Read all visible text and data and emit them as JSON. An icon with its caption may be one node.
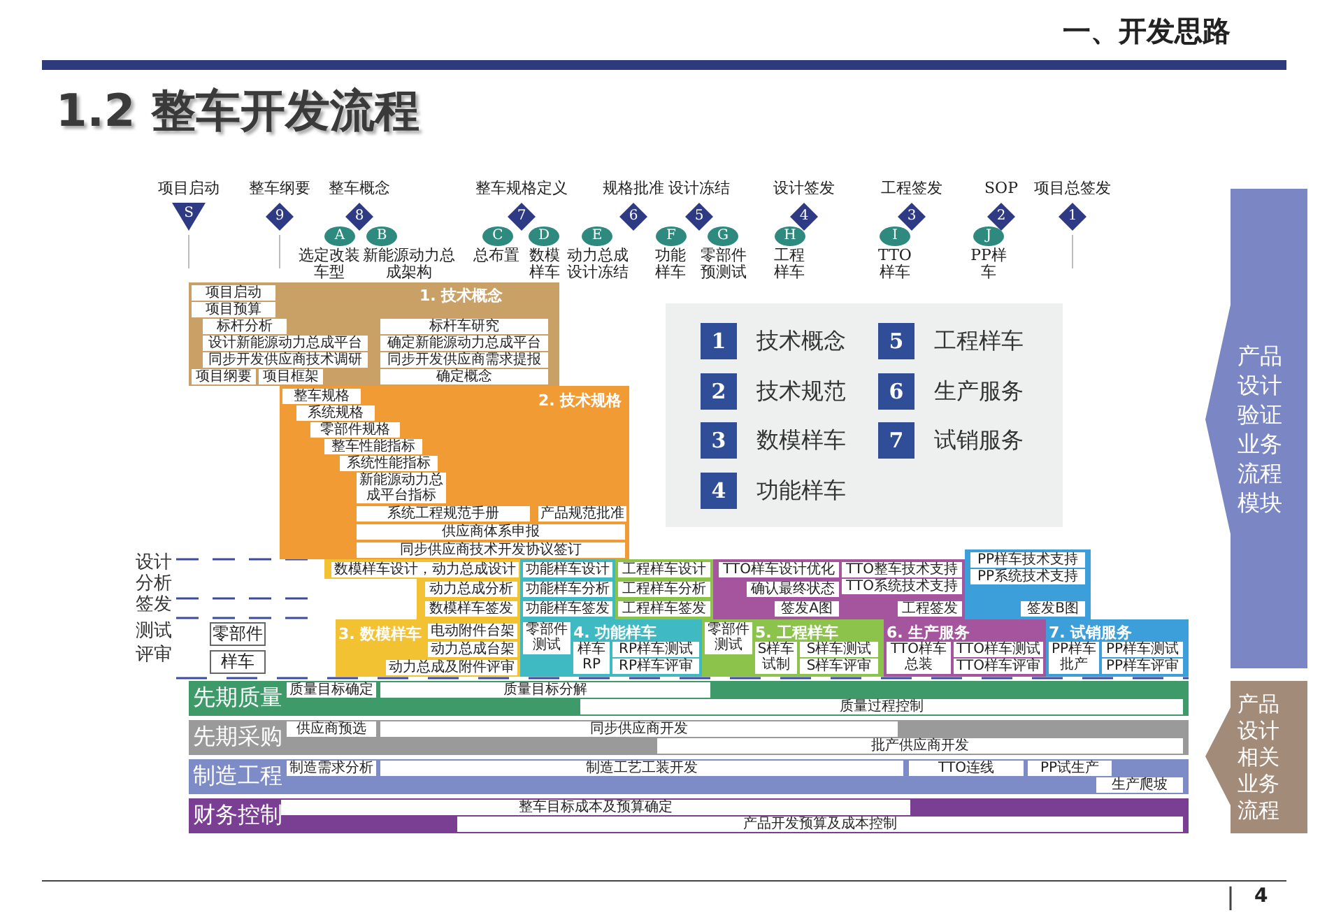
{
  "diagram": {
    "title": "1.2 整车开发流程",
    "nodes": [
      {
        "text": [
          "S"
        ],
        "beside": [
          "项目启动"
        ]
      },
      {
        "text": [
          "9"
        ],
        "beside": [
          "整车纲要"
        ]
      },
      {
        "text": [
          "8"
        ],
        "beside": [
          "整车概念"
        ]
      },
      {
        "text": [
          "A"
        ],
        "beside": [
          "选定改装车型"
        ]
      },
      {
        "text": [
          "B"
        ],
        "beside": [
          "新能源动力总成架构"
        ]
      },
      {
        "text": [
          "7"
        ],
        "beside": [
          "整车规格定义"
        ]
      },
      {
        "text": [
          "C"
        ],
        "beside": [
          "总布置"
        ]
      },
      {
        "text": [
          "D"
        ],
        "beside": [
          "数模样车"
        ]
      },
      {
        "text": [
          "E"
        ],
        "beside": [
          "动力总成设计冻结"
        ]
      },
      {
        "text": [
          "6"
        ],
        "beside": [
          "规格批准"
        ]
      },
      {
        "text": [
          "F"
        ],
        "beside": [
          "功能样车"
        ]
      },
      {
        "text": [
          "5"
        ],
        "beside": [
          "设计冻结"
        ]
      },
      {
        "text": [
          "G"
        ],
        "beside": [
          "零部件预测试"
        ]
      },
      {
        "text": [
          "4"
        ],
        "beside": [
          "设计签发"
        ]
      },
      {
        "text": [
          "H"
        ],
        "beside": [
          "工程样车"
        ]
      },
      {
        "text": [
          "3"
        ],
        "beside": [
          "工程签发"
        ]
      },
      {
        "text": [
          "I"
        ],
        "beside": [
          "TTO样车"
        ]
      },
      {
        "text": [
          "2"
        ],
        "beside": [
          "SOP"
        ]
      },
      {
        "text": [
          "J"
        ],
        "beside": [
          "PP样车"
        ]
      },
      {
        "text": [
          "1"
        ],
        "beside": [
          "项目总签发"
        ]
      },
      {
        "text": [
          "1. 技术概念"
        ]
      },
      {
        "text": [
          "项目启动"
        ],
        "in": 20
      },
      {
        "text": [
          "项目预算"
        ],
        "in": 20
      },
      {
        "text": [
          "标杆分析"
        ],
        "in": 20
      },
      {
        "text": [
          "设计新能源动力总成平台"
        ],
        "in": 20
      },
      {
        "text": [
          "同步开发供应商技术调研"
        ],
        "in": 20
      },
      {
        "text": [
          "项目纲要"
        ],
        "in": 20
      },
      {
        "text": [
          "项目框架"
        ],
        "in": 20
      },
      {
        "text": [
          "标杆车研究"
        ],
        "in": 20
      },
      {
        "text": [
          "确定新能源动力总成平台"
        ],
        "in": 20
      },
      {
        "text": [
          "同步开发供应商需求提报"
        ],
        "in": 20
      },
      {
        "text": [
          "确定概念"
        ],
        "in": 20
      },
      {
        "text": [
          "2. 技术规格"
        ]
      },
      {
        "text": [
          "整车规格"
        ],
        "in": 32
      },
      {
        "text": [
          "系统规格"
        ],
        "in": 32
      },
      {
        "text": [
          "零部件规格"
        ],
        "in": 32
      },
      {
        "text": [
          "整车性能指标"
        ],
        "in": 32
      },
      {
        "text": [
          "系统性能指标"
        ],
        "in": 32
      },
      {
        "text": [
          "新能源动力总成平台指标"
        ],
        "in": 32
      },
      {
        "text": [
          "系统工程规范手册"
        ],
        "in": 32
      },
      {
        "text": [
          "产品规范批准"
        ],
        "in": 32
      },
      {
        "text": [
          "供应商体系申报"
        ],
        "in": 32
      },
      {
        "text": [
          "同步供应商技术开发协议签订"
        ],
        "in": 32
      },
      {
        "text": [
          "1"
        ],
        "beside": [
          "技术概念"
        ]
      },
      {
        "text": [
          "5"
        ],
        "beside": [
          "工程样车"
        ]
      },
      {
        "text": [
          "2"
        ],
        "beside": [
          "技术规范"
        ]
      },
      {
        "text": [
          "6"
        ],
        "beside": [
          "生产服务"
        ]
      },
      {
        "text": [
          "3"
        ],
        "beside": [
          "数模样车"
        ]
      },
      {
        "text": [
          "7"
        ],
        "beside": [
          "试销服务"
        ]
      },
      {
        "text": [
          "4"
        ],
        "beside": [
          "功能样车"
        ]
      },
      {
        "text": [
          "产品设计验证业务流程模块"
        ]
      },
      {
        "text": [
          "3. 数模样车"
        ]
      },
      {
        "text": [
          "数模样车设计，动力总成设计"
        ],
        "in": 51
      },
      {
        "text": [
          "动力总成分析"
        ],
        "in": 51
      },
      {
        "text": [
          "数模样车签发"
        ],
        "in": 51
      },
      {
        "text": [
          "电动附件台架"
        ],
        "in": 51
      },
      {
        "text": [
          "动力总成台架"
        ],
        "in": 51
      },
      {
        "text": [
          "动力总成及附件评审"
        ],
        "in": 51
      },
      {
        "text": [
          "4. 功能样车"
        ]
      },
      {
        "text": [
          "功能样车设计"
        ],
        "in": 58
      },
      {
        "text": [
          "功能样车分析"
        ],
        "in": 58
      },
      {
        "text": [
          "功能样车签发"
        ],
        "in": 58
      },
      {
        "text": [
          "零部件测试"
        ],
        "in": 58
      },
      {
        "text": [
          "样车RP"
        ],
        "in": 58
      },
      {
        "text": [
          "RP样车测试"
        ],
        "in": 58
      },
      {
        "text": [
          "RP样车评审"
        ],
        "in": 58
      },
      {
        "text": [
          "5. 工程样车"
        ]
      },
      {
        "text": [
          "工程样车设计"
        ],
        "in": 66
      },
      {
        "text": [
          "工程样车分析"
        ],
        "in": 66
      },
      {
        "text": [
          "工程样车签发"
        ],
        "in": 66
      },
      {
        "text": [
          "零部件测试"
        ],
        "in": 66
      },
      {
        "text": [
          "S样车试制"
        ],
        "in": 66
      },
      {
        "text": [
          "S样车测试"
        ],
        "in": 66
      },
      {
        "text": [
          "S样车评审"
        ],
        "in": 66
      },
      {
        "text": [
          "6. 生产服务"
        ]
      },
      {
        "text": [
          "TTO样车设计优化"
        ],
        "in": 74
      },
      {
        "text": [
          "确认最终状态"
        ],
        "in": 74
      },
      {
        "text": [
          "签发A图"
        ],
        "in": 74
      },
      {
        "text": [
          "TTO整车技术支持"
        ],
        "in": 74
      },
      {
        "text": [
          "TTO系统技术支持"
        ],
        "in": 74
      },
      {
        "text": [
          "工程签发"
        ],
        "in": 74
      },
      {
        "text": [
          "TTO样车总装"
        ],
        "in": 74
      },
      {
        "text": [
          "TTO样车测试"
        ],
        "in": 74
      },
      {
        "text": [
          "TTO样车评审"
        ],
        "in": 74
      },
      {
        "text": [
          "7. 试销服务"
        ]
      },
      {
        "text": [
          "PP样车技术支持"
        ],
        "in": 84
      },
      {
        "text": [
          "PP系统技术支持"
        ],
        "in": 84
      },
      {
        "text": [
          "签发B图"
        ],
        "in": 84
      },
      {
        "text": [
          "PP样车批产"
        ],
        "in": 84
      },
      {
        "text": [
          "PP样车测试"
        ],
        "in": 84
      },
      {
        "text": [
          "PP样车评审"
        ],
        "in": 84
      },
      {
        "text": [
          "零部件"
        ]
      },
      {
        "text": [
          "样车"
        ]
      },
      {
        "text": [
          "先期质量"
        ]
      },
      {
        "text": [
          "质量目标确定"
        ],
        "in": 93
      },
      {
        "text": [
          "质量目标分解"
        ],
        "in": 93
      },
      {
        "text": [
          "质量过程控制"
        ],
        "in": 93
      },
      {
        "text": [
          "先期采购"
        ]
      },
      {
        "text": [
          "供应商预选"
        ],
        "in": 97
      },
      {
        "text": [
          "同步供应商开发"
        ],
        "in": 97
      },
      {
        "text": [
          "批产供应商开发"
        ],
        "in": 97
      },
      {
        "text": [
          "制造工程"
        ]
      },
      {
        "text": [
          "制造需求分析"
        ],
        "in": 101
      },
      {
        "text": [
          "制造工艺工装开发"
        ],
        "in": 101
      },
      {
        "text": [
          "TTO连线"
        ],
        "in": 101
      },
      {
        "text": [
          "PP试生产"
        ],
        "in": 101
      },
      {
        "text": [
          "生产爬坡"
        ],
        "in": 101
      },
      {
        "text": [
          "财务控制"
        ]
      },
      {
        "text": [
          "整车目标成本及预算确定"
        ],
        "in": 107
      },
      {
        "text": [
          "产品开发预算及成本控制"
        ],
        "in": 107
      },
      {
        "text": [
          "产品设计相关业务流程"
        ]
      }
    ],
    "labels": [
      "一、开发思路",
      "设计分析签发",
      "测试评审",
      "4"
    ]
  }
}
